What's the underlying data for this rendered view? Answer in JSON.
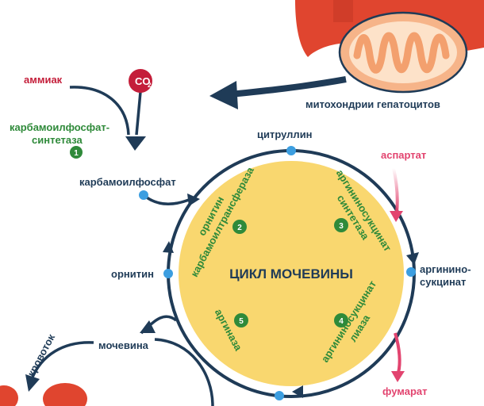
{
  "diagram": {
    "title": "ЦИКЛ МОЧЕВИНЫ",
    "labels": {
      "ammonia": "аммиак",
      "co2_main": "CO",
      "co2_sub": "2",
      "carbamoyl_synthetase_line1": "карбамоилфосфат-",
      "carbamoyl_synthetase_line2": "синтетаза",
      "carbamoyl_phosphate": "карбамоилфосфат",
      "citrulline": "цитруллин",
      "aspartate": "аспартат",
      "argininosuccinate_line1": "аргинино-",
      "argininosuccinate_line2": "сукцинат",
      "fumarate": "фумарат",
      "ornithine": "орнитин",
      "urea": "мочевина",
      "bloodstream": "кровоток",
      "mitochondria": "митохондрии гепатоцитов"
    },
    "enzymes": [
      {
        "number": "1",
        "line1": "",
        "line2": ""
      },
      {
        "number": "2",
        "line1": "орнитин",
        "line2": "карбамоилтрансфераза"
      },
      {
        "number": "3",
        "line1": "аргининосукцинат",
        "line2": "синтетаза"
      },
      {
        "number": "4",
        "line1": "аргининосукцинат",
        "line2": "лиаза"
      },
      {
        "number": "5",
        "line1": "аргиназа",
        "line2": ""
      }
    ],
    "colors": {
      "circle_fill": "#f9d76f",
      "arrow": "#1f3b57",
      "enzyme_text": "#2f8a3a",
      "enzyme_badge": "#2f8a3a",
      "ammonia": "#c41e3a",
      "co2_badge": "#c41e3a",
      "aspartate_fumarate": "#e2446f",
      "node": "#3c9ee0",
      "liver": "#e0452f",
      "mitochondrion": "#f6b489"
    }
  }
}
